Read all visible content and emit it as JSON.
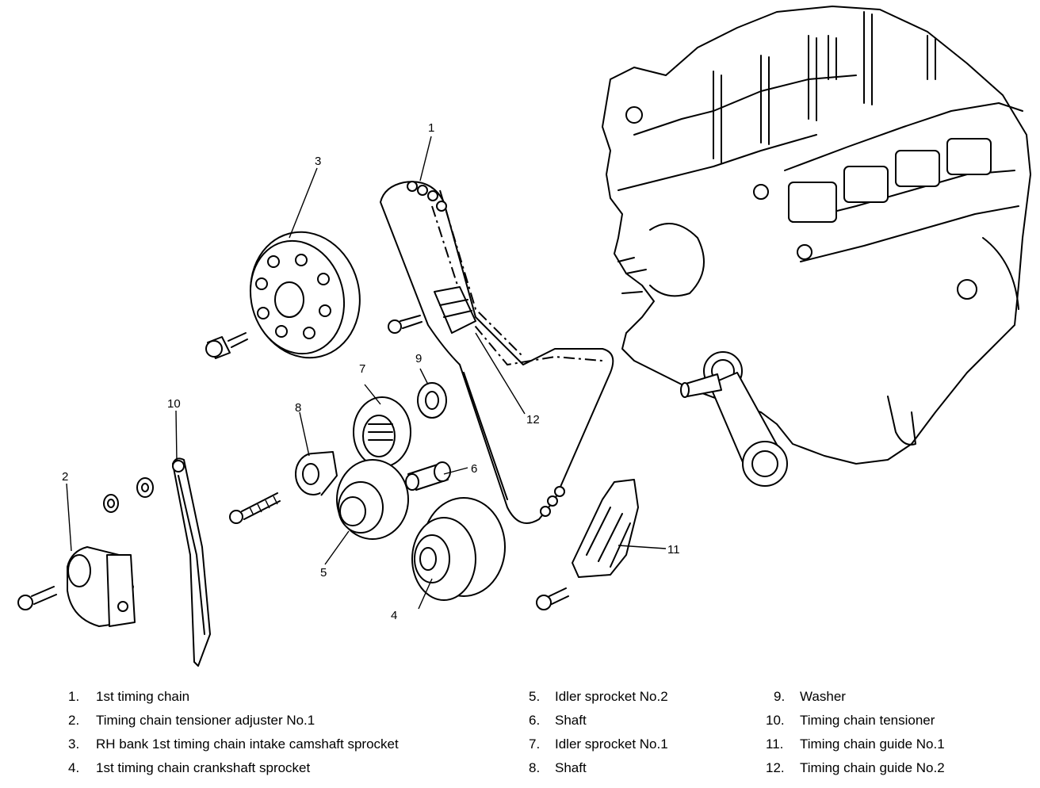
{
  "callouts": [
    "1",
    "2",
    "3",
    "4",
    "5",
    "6",
    "7",
    "8",
    "9",
    "10",
    "11",
    "12"
  ],
  "legend": [
    {
      "num": "1.",
      "text": "1st timing chain"
    },
    {
      "num": "2.",
      "text": "Timing chain tensioner adjuster No.1"
    },
    {
      "num": "3.",
      "text": "RH bank 1st timing chain intake camshaft sprocket"
    },
    {
      "num": "4.",
      "text": "1st timing chain crankshaft sprocket"
    },
    {
      "num": "5.",
      "text": "Idler sprocket No.2"
    },
    {
      "num": "6.",
      "text": "Shaft"
    },
    {
      "num": "7.",
      "text": "Idler sprocket No.1"
    },
    {
      "num": "8.",
      "text": "Shaft"
    },
    {
      "num": "9.",
      "text": "Washer"
    },
    {
      "num": "10.",
      "text": "Timing chain tensioner"
    },
    {
      "num": "11.",
      "text": "Timing chain guide No.1"
    },
    {
      "num": "12.",
      "text": "Timing chain guide No.2"
    }
  ]
}
